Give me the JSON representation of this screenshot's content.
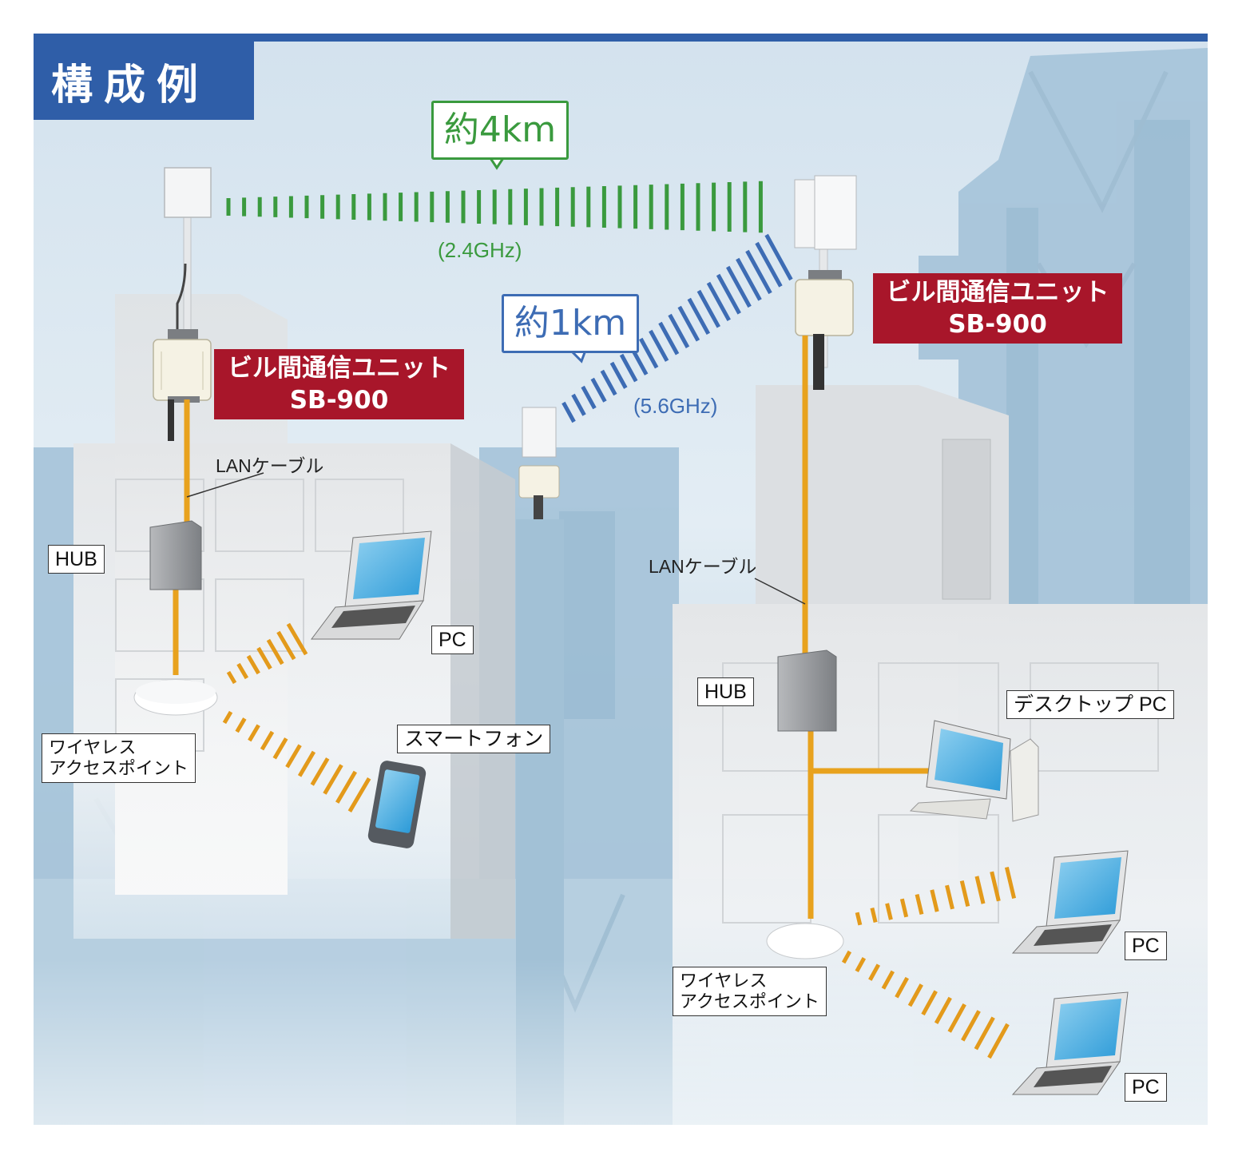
{
  "title": "構成例",
  "colors": {
    "title_bg": "#2f5ea8",
    "unit_label_bg": "#a8162a",
    "link_2_4": "#3a9a3e",
    "link_5_6": "#3d6cb4",
    "wifi": "#e39a1b",
    "lan_cable": "#e8a21e"
  },
  "links": {
    "long": {
      "bubble": "約4km",
      "freq": "(2.4GHz)"
    },
    "short": {
      "bubble": "約1km",
      "freq": "(5.6GHz)"
    }
  },
  "left": {
    "unit": {
      "line1": "ビル間通信ユニット",
      "line2": "SB-900"
    },
    "lan_cable": "LANケーブル",
    "hub": "HUB",
    "pc": "PC",
    "smartphone": "スマートフォン",
    "access_point": "ワイヤレス\nアクセスポイント"
  },
  "right": {
    "unit": {
      "line1": "ビル間通信ユニット",
      "line2": "SB-900"
    },
    "lan_cable": "LANケーブル",
    "hub": "HUB",
    "desktop": "デスクトップ PC",
    "pc1": "PC",
    "pc2": "PC",
    "access_point": "ワイヤレス\nアクセスポイント"
  },
  "icons": [
    "antenna-panel-icon",
    "outdoor-unit-icon",
    "hub-icon",
    "access-point-icon",
    "laptop-icon",
    "smartphone-icon",
    "desktop-pc-icon",
    "factory-silhouette-icon",
    "building-icon"
  ]
}
